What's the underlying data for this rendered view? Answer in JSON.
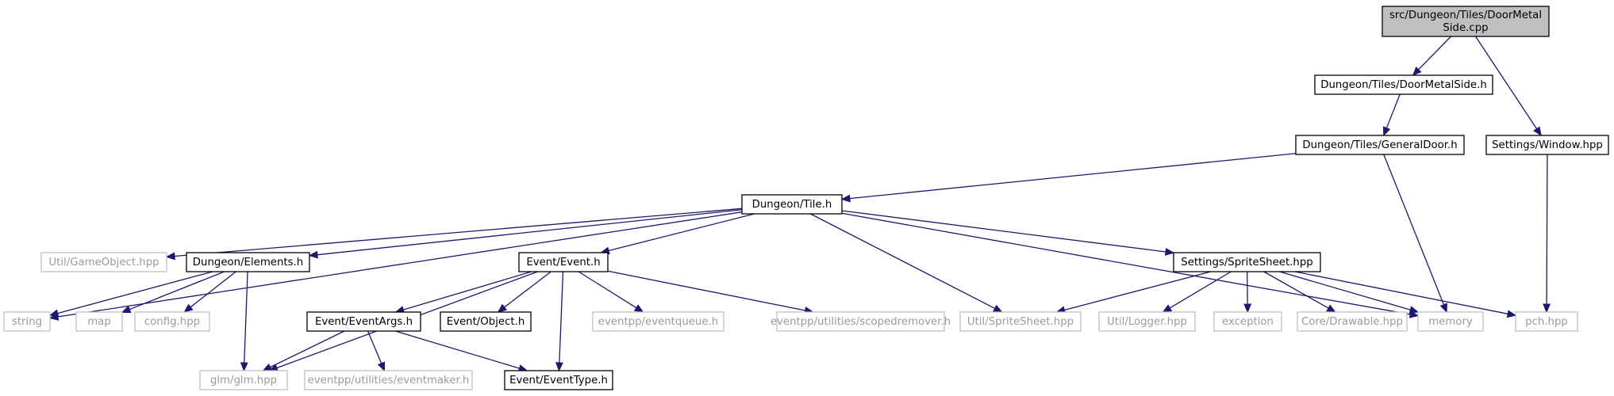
{
  "colors": {
    "edge": "#191970",
    "root_fill": "#bfbfbf",
    "documented_border": "#000000",
    "external_border": "#bfbfbf",
    "external_text": "#9a9a9a"
  },
  "nodes": [
    {
      "id": "root",
      "lines": [
        "src/Dungeon/Tiles/DoorMetal",
        "Side.cpp"
      ],
      "kind": "root"
    },
    {
      "id": "doormetalside_h",
      "lines": [
        "Dungeon/Tiles/DoorMetalSide.h"
      ],
      "kind": "doc"
    },
    {
      "id": "generaldoor_h",
      "lines": [
        "Dungeon/Tiles/GeneralDoor.h"
      ],
      "kind": "doc"
    },
    {
      "id": "window_hpp",
      "lines": [
        "Settings/Window.hpp"
      ],
      "kind": "doc"
    },
    {
      "id": "tile_h",
      "lines": [
        "Dungeon/Tile.h"
      ],
      "kind": "doc"
    },
    {
      "id": "gameobject_hpp",
      "lines": [
        "Util/GameObject.hpp"
      ],
      "kind": "ext"
    },
    {
      "id": "elements_h",
      "lines": [
        "Dungeon/Elements.h"
      ],
      "kind": "doc"
    },
    {
      "id": "event_h",
      "lines": [
        "Event/Event.h"
      ],
      "kind": "doc"
    },
    {
      "id": "spritesheet_settings",
      "lines": [
        "Settings/SpriteSheet.hpp"
      ],
      "kind": "doc"
    },
    {
      "id": "string",
      "lines": [
        "string"
      ],
      "kind": "ext"
    },
    {
      "id": "map",
      "lines": [
        "map"
      ],
      "kind": "ext"
    },
    {
      "id": "config_hpp",
      "lines": [
        "config.hpp"
      ],
      "kind": "ext"
    },
    {
      "id": "eventargs_h",
      "lines": [
        "Event/EventArgs.h"
      ],
      "kind": "doc"
    },
    {
      "id": "object_h",
      "lines": [
        "Event/Object.h"
      ],
      "kind": "doc"
    },
    {
      "id": "eventqueue_h",
      "lines": [
        "eventpp/eventqueue.h"
      ],
      "kind": "ext"
    },
    {
      "id": "scopedremover_h",
      "lines": [
        "eventpp/utilities/scopedremover.h"
      ],
      "kind": "ext"
    },
    {
      "id": "util_spritesheet",
      "lines": [
        "Util/SpriteSheet.hpp"
      ],
      "kind": "ext"
    },
    {
      "id": "logger_hpp",
      "lines": [
        "Util/Logger.hpp"
      ],
      "kind": "ext"
    },
    {
      "id": "exception",
      "lines": [
        "exception"
      ],
      "kind": "ext"
    },
    {
      "id": "drawable_hpp",
      "lines": [
        "Core/Drawable.hpp"
      ],
      "kind": "ext"
    },
    {
      "id": "memory",
      "lines": [
        "memory"
      ],
      "kind": "ext"
    },
    {
      "id": "pch_hpp",
      "lines": [
        "pch.hpp"
      ],
      "kind": "ext"
    },
    {
      "id": "glm_hpp",
      "lines": [
        "glm/glm.hpp"
      ],
      "kind": "ext"
    },
    {
      "id": "eventmaker_h",
      "lines": [
        "eventpp/utilities/eventmaker.h"
      ],
      "kind": "ext"
    },
    {
      "id": "eventtype_h",
      "lines": [
        "Event/EventType.h"
      ],
      "kind": "doc"
    }
  ],
  "edges": [
    {
      "from": "root",
      "to": "doormetalside_h"
    },
    {
      "from": "root",
      "to": "window_hpp"
    },
    {
      "from": "doormetalside_h",
      "to": "generaldoor_h"
    },
    {
      "from": "generaldoor_h",
      "to": "tile_h"
    },
    {
      "from": "generaldoor_h",
      "to": "memory"
    },
    {
      "from": "window_hpp",
      "to": "pch_hpp"
    },
    {
      "from": "tile_h",
      "to": "string"
    },
    {
      "from": "tile_h",
      "to": "gameobject_hpp"
    },
    {
      "from": "tile_h",
      "to": "elements_h"
    },
    {
      "from": "tile_h",
      "to": "event_h"
    },
    {
      "from": "tile_h",
      "to": "util_spritesheet"
    },
    {
      "from": "tile_h",
      "to": "spritesheet_settings"
    },
    {
      "from": "tile_h",
      "to": "memory"
    },
    {
      "from": "elements_h",
      "to": "string"
    },
    {
      "from": "elements_h",
      "to": "map"
    },
    {
      "from": "elements_h",
      "to": "config_hpp"
    },
    {
      "from": "elements_h",
      "to": "glm_hpp"
    },
    {
      "from": "event_h",
      "to": "glm_hpp"
    },
    {
      "from": "event_h",
      "to": "eventargs_h"
    },
    {
      "from": "event_h",
      "to": "object_h"
    },
    {
      "from": "event_h",
      "to": "eventtype_h"
    },
    {
      "from": "event_h",
      "to": "eventqueue_h"
    },
    {
      "from": "event_h",
      "to": "scopedremover_h"
    },
    {
      "from": "eventargs_h",
      "to": "glm_hpp"
    },
    {
      "from": "eventargs_h",
      "to": "eventmaker_h"
    },
    {
      "from": "eventargs_h",
      "to": "eventtype_h"
    },
    {
      "from": "spritesheet_settings",
      "to": "util_spritesheet"
    },
    {
      "from": "spritesheet_settings",
      "to": "logger_hpp"
    },
    {
      "from": "spritesheet_settings",
      "to": "exception"
    },
    {
      "from": "spritesheet_settings",
      "to": "drawable_hpp"
    },
    {
      "from": "spritesheet_settings",
      "to": "memory"
    },
    {
      "from": "spritesheet_settings",
      "to": "pch_hpp"
    }
  ]
}
